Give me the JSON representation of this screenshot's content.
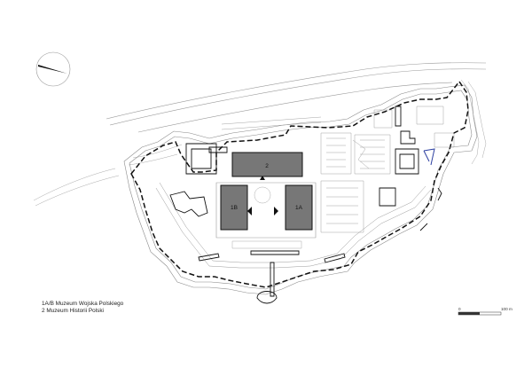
{
  "buildings": {
    "b2": {
      "label": "2"
    },
    "b1b": {
      "label": "1B"
    },
    "b1a": {
      "label": "1A"
    }
  },
  "legend": {
    "line1": "1A/B Muzeum Wojska Polskiego",
    "line2": "2 Muzeum Historii Polski"
  },
  "scale": {
    "start": "0",
    "end": "100 m"
  },
  "colors": {
    "museum_fill": "#777777",
    "outline": "#111111",
    "fortification": "#8a8a8a",
    "accent": "#2c3fa0"
  }
}
